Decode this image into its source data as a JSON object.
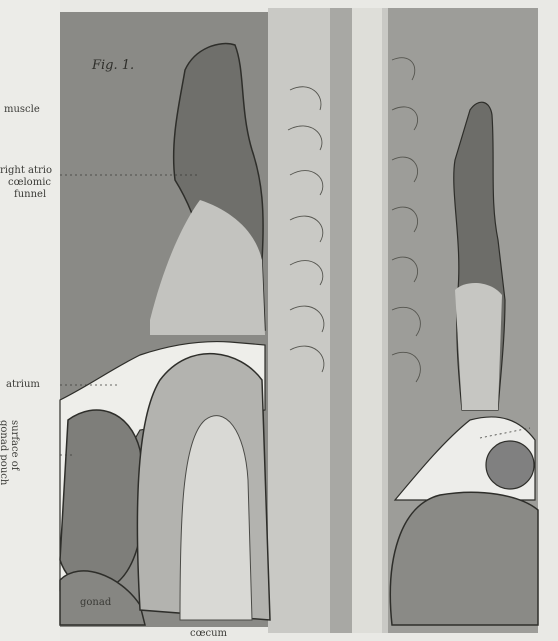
{
  "figure": {
    "title": "Fig. 1.",
    "labels": {
      "muscle": "muscle",
      "right_atrio": "right atrio",
      "coelomic": "cœlomic",
      "funnel": "funnel",
      "atrium": "atrium",
      "surface_of": "surface of",
      "gonad_pouch": "gonad pouch",
      "gonad": "gonad",
      "coecum": "cœcum"
    }
  },
  "colors": {
    "background": "#e9e9e5",
    "dark_tissue": "#7c7c78",
    "mid_tissue": "#9b9b97",
    "light_tissue": "#d4d4d0",
    "outline": "#2e2e2a"
  }
}
